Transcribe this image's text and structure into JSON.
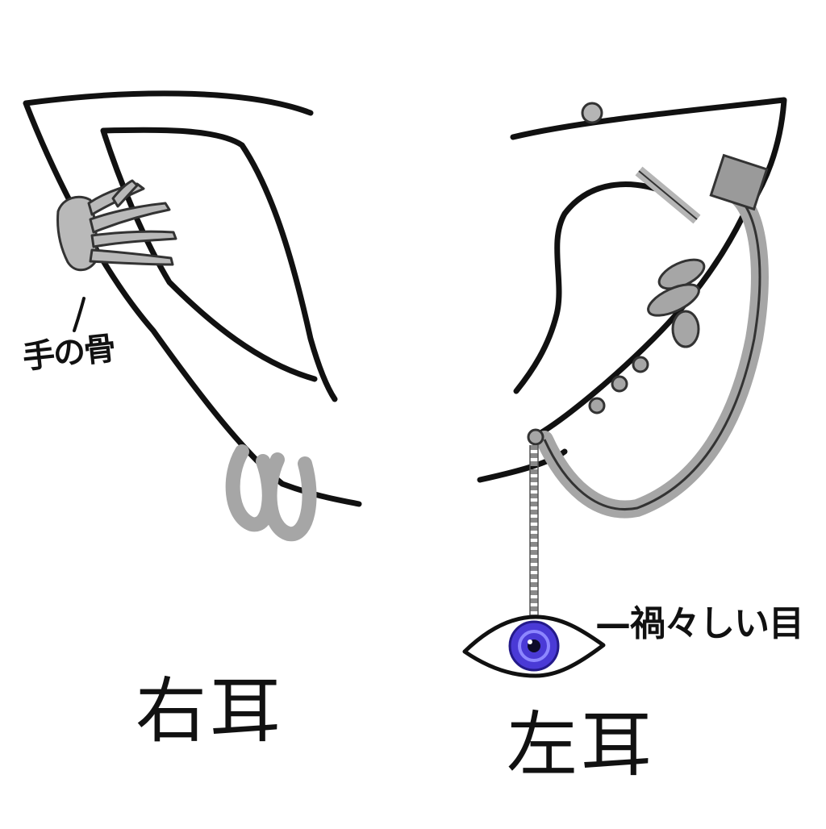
{
  "labels": {
    "bone_hand": "手の骨",
    "ominous_eye": "—禍々しい目",
    "right_ear": "右耳",
    "left_ear": "左耳"
  },
  "colors": {
    "line": "#111111",
    "metal_gray": "#a6a6a6",
    "metal_dark": "#6f6f6f",
    "iris": "#4a3ad6",
    "iris_dark": "#241a8a"
  },
  "illustration": {
    "right_ear_accessories": [
      "skeleton-hand-cuff",
      "double-hoop-earrings"
    ],
    "left_ear_accessories": [
      "top-stud",
      "industrial-bar",
      "stacked-rings",
      "lobe-hoop",
      "chain",
      "eye-charm"
    ]
  }
}
